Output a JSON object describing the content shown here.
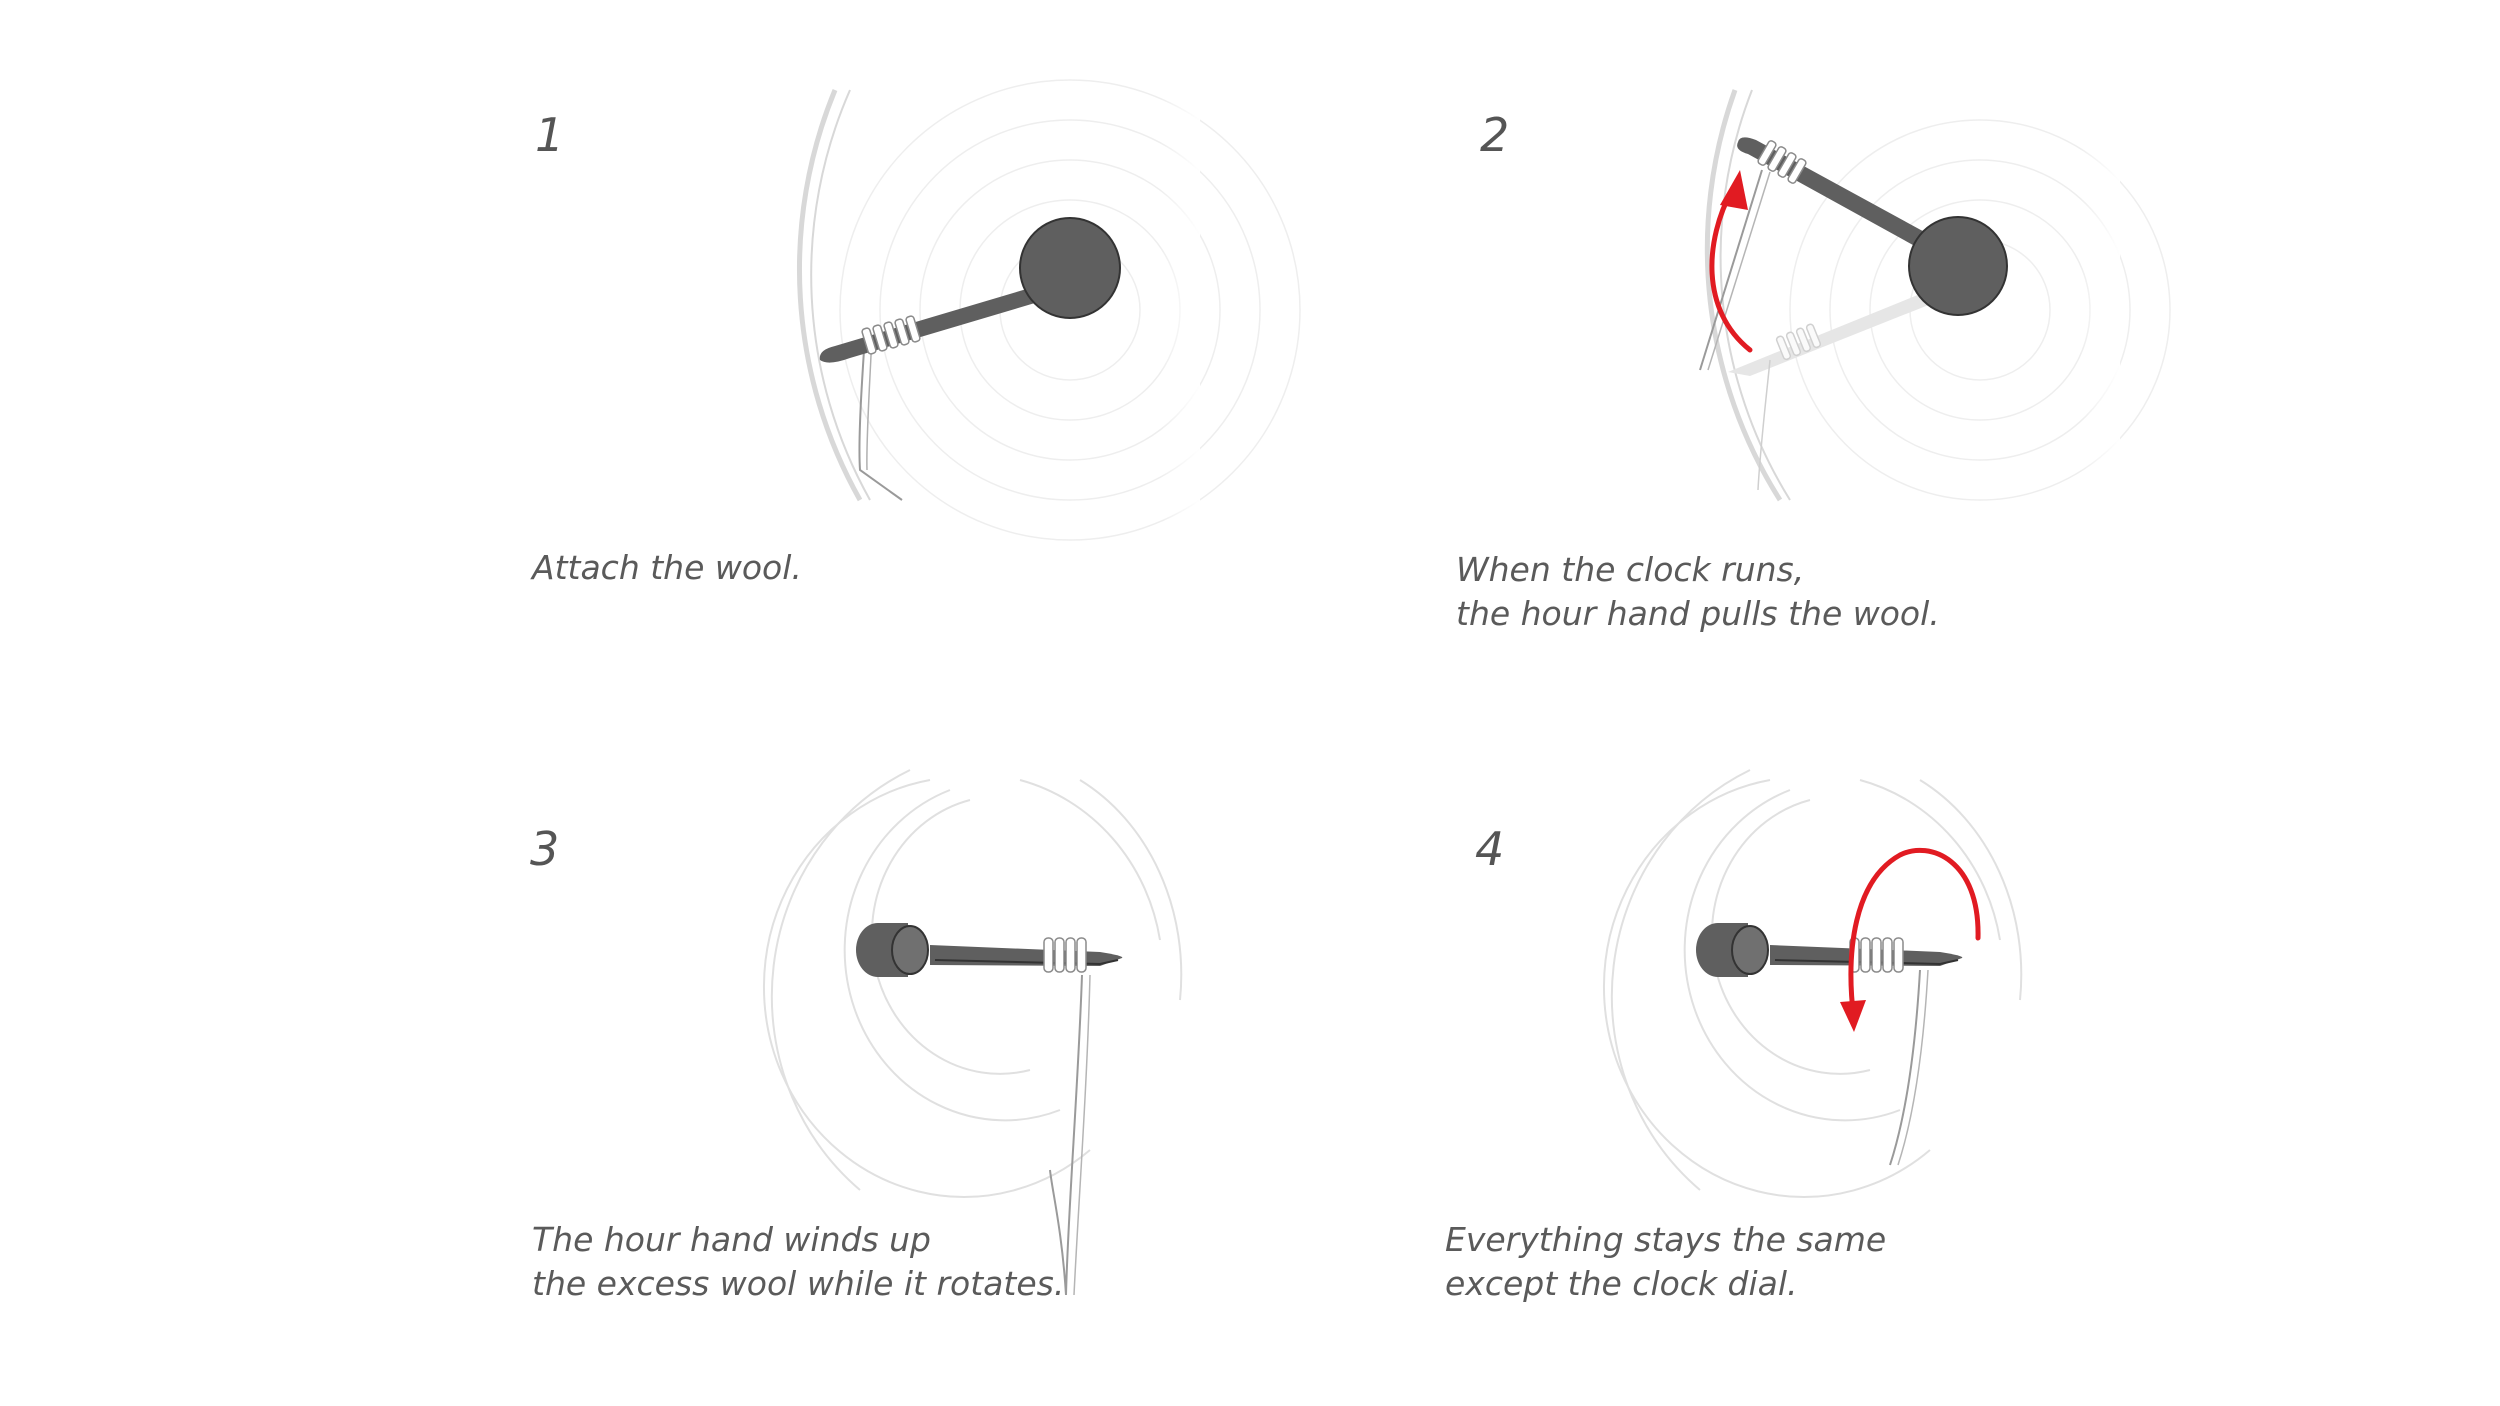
{
  "colors": {
    "hand": "#5f5f5f",
    "hand_dark": "#3a3a3a",
    "ghost": "#e4e4e4",
    "wool": "#9a9a9a",
    "dial_lines": "#dedede",
    "arrow": "#e11b22",
    "text": "#5a5a5a"
  },
  "steps": [
    {
      "number": "1",
      "caption_lines": [
        "Attach the wool."
      ]
    },
    {
      "number": "2",
      "caption_lines": [
        "When the clock runs,",
        "the hour hand pulls the wool."
      ]
    },
    {
      "number": "3",
      "caption_lines": [
        "The hour hand winds up",
        "the excess wool while it rotates."
      ]
    },
    {
      "number": "4",
      "caption_lines": [
        "Everything stays the same",
        "except the clock dial."
      ]
    }
  ]
}
